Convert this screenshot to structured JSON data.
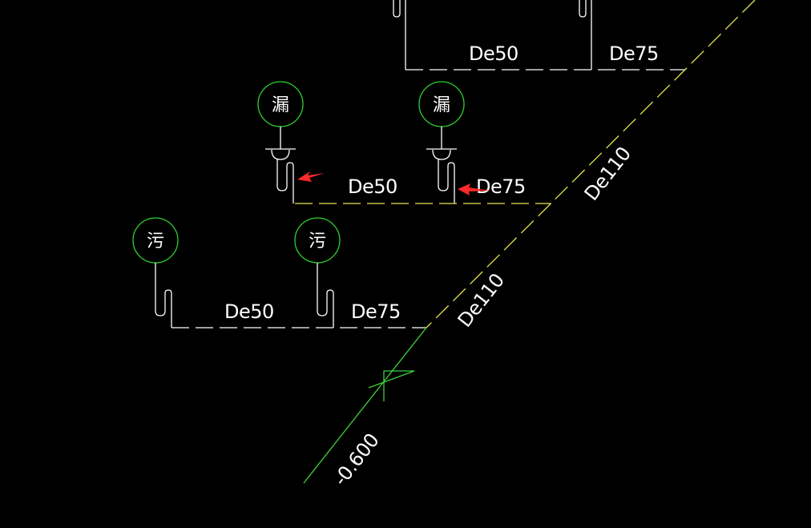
{
  "drawing": {
    "background_color": "#000000",
    "pipe_white_color": "#ffffff",
    "pipe_yellow_color": "#e6e64a",
    "pipe_green_color": "#3cd23c",
    "fixture_circle_color": "#2fd12f",
    "arrow_color": "#ff2a2a",
    "top_branch": {
      "label_a": "De50",
      "label_b": "De75"
    },
    "floor_drains": {
      "symbol": "漏",
      "label_a": "De50",
      "label_b": "De75"
    },
    "sewage_branch": {
      "symbol": "污",
      "label_a": "De50",
      "label_b": "De75"
    },
    "main_stack": {
      "upper_label": "De110",
      "lower_label": "De110",
      "elevation": "-0.600"
    }
  }
}
